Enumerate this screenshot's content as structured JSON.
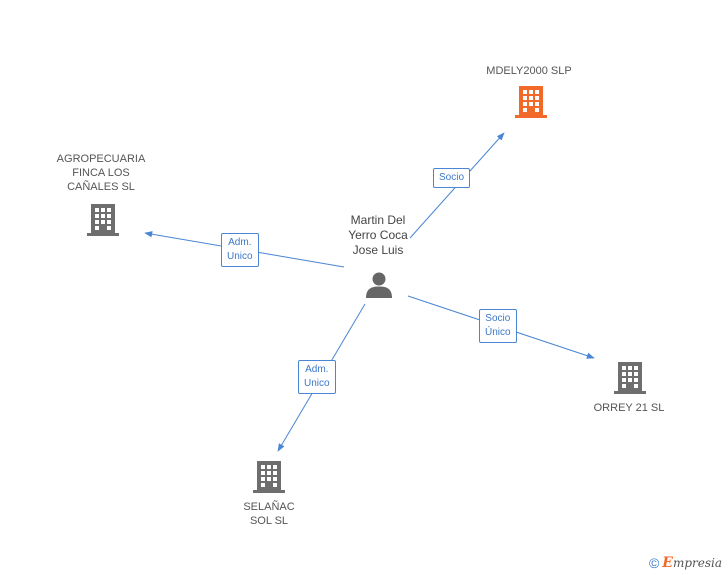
{
  "colors": {
    "edge": "#4a86d4",
    "building": "#6e6e6e",
    "building_highlight": "#f26a2a",
    "person": "#666666"
  },
  "nodes": {
    "center": {
      "label": "Martin Del\nYerro Coca\nJose Luis",
      "icon": "person-icon"
    },
    "mdely": {
      "label": "MDELY2000 SLP",
      "icon": "building-icon"
    },
    "agropecuaria": {
      "label": "AGROPECUARIA\nFINCA LOS\nCAÑALES  SL",
      "icon": "building-icon"
    },
    "orrey": {
      "label": "ORREY 21 SL",
      "icon": "building-icon"
    },
    "selanac": {
      "label": "SELAÑAC\nSOL SL",
      "icon": "building-icon"
    }
  },
  "edges": {
    "mdely": {
      "label": "Socio"
    },
    "agropecuaria": {
      "label": "Adm.\nUnico"
    },
    "orrey": {
      "label": "Socio\nÚnico"
    },
    "selanac": {
      "label": "Adm.\nUnico"
    }
  },
  "footer": {
    "copyright": "©",
    "brand_initial": "E",
    "brand_rest": "mpresia"
  }
}
